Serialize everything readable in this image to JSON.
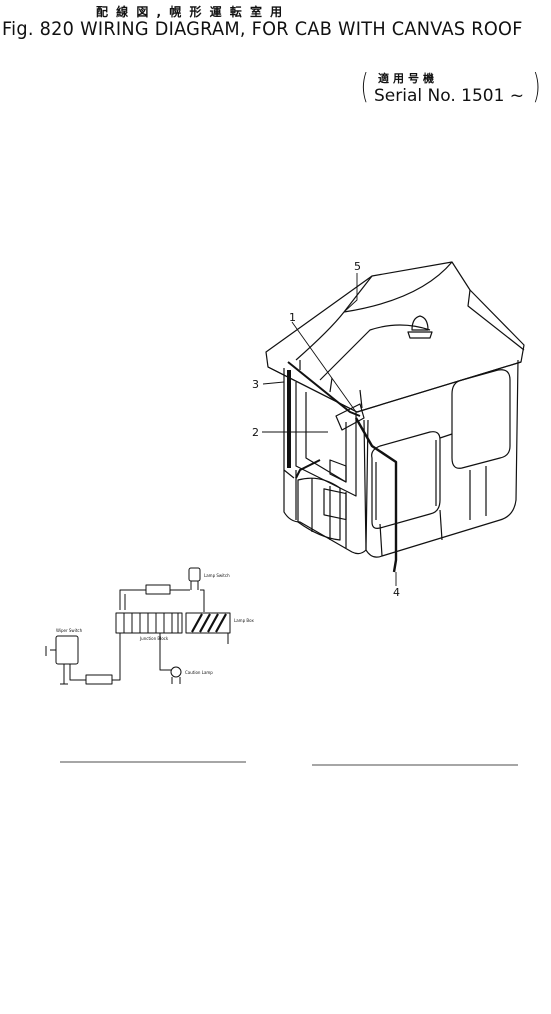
{
  "header": {
    "jp_title": "配 線 図 , 幌 形 運 転 室 用",
    "main_title": "Fig. 820  WIRING DIAGRAM, FOR CAB WITH CANVAS ROOF",
    "serial_jp": "適用号機",
    "serial_en": "Serial No. 1501 ~"
  },
  "callouts": [
    "1",
    "2",
    "3",
    "4",
    "5"
  ],
  "schematic_labels": {
    "lamp_switch": "Lamp Switch",
    "wiper_switch": "Wiper Switch",
    "junction_block": "Junction Block",
    "lamp_box": "Lamp Box",
    "caution_lamp": "Caution Lamp"
  },
  "colors": {
    "ink": "#111111",
    "paper": "#ffffff"
  }
}
